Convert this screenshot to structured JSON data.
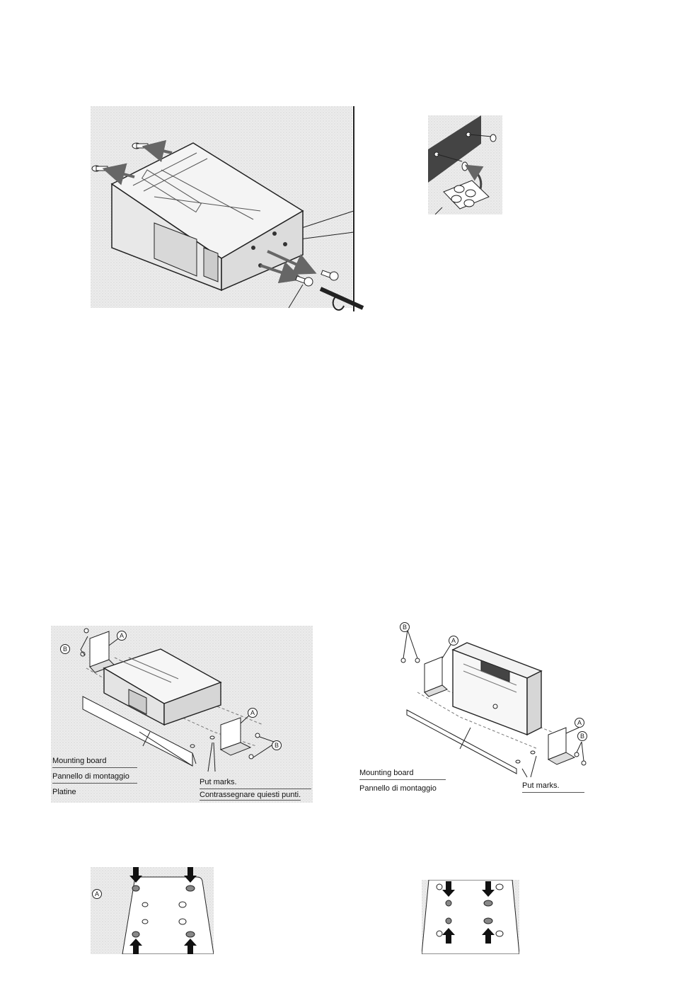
{
  "figure_bl": {
    "labels": {
      "mounting_board": "Mounting board",
      "pannello": "Pannello di montaggio",
      "platine": "Platine",
      "put_marks": "Put marks.",
      "contrassegnare": "Contrassegnare quiesti punti."
    },
    "callouts": {
      "a": "A",
      "b": "B"
    }
  },
  "figure_br": {
    "labels": {
      "mounting_board": "Mounting board",
      "pannello": "Pannello di montaggio",
      "put_marks": "Put marks."
    },
    "callouts": {
      "a": "A",
      "b": "B"
    }
  },
  "figure_bracket_left": {
    "callout": "A"
  },
  "colors": {
    "stipple": "#e6e6e6",
    "line": "#222222",
    "arrow": "#666666"
  }
}
